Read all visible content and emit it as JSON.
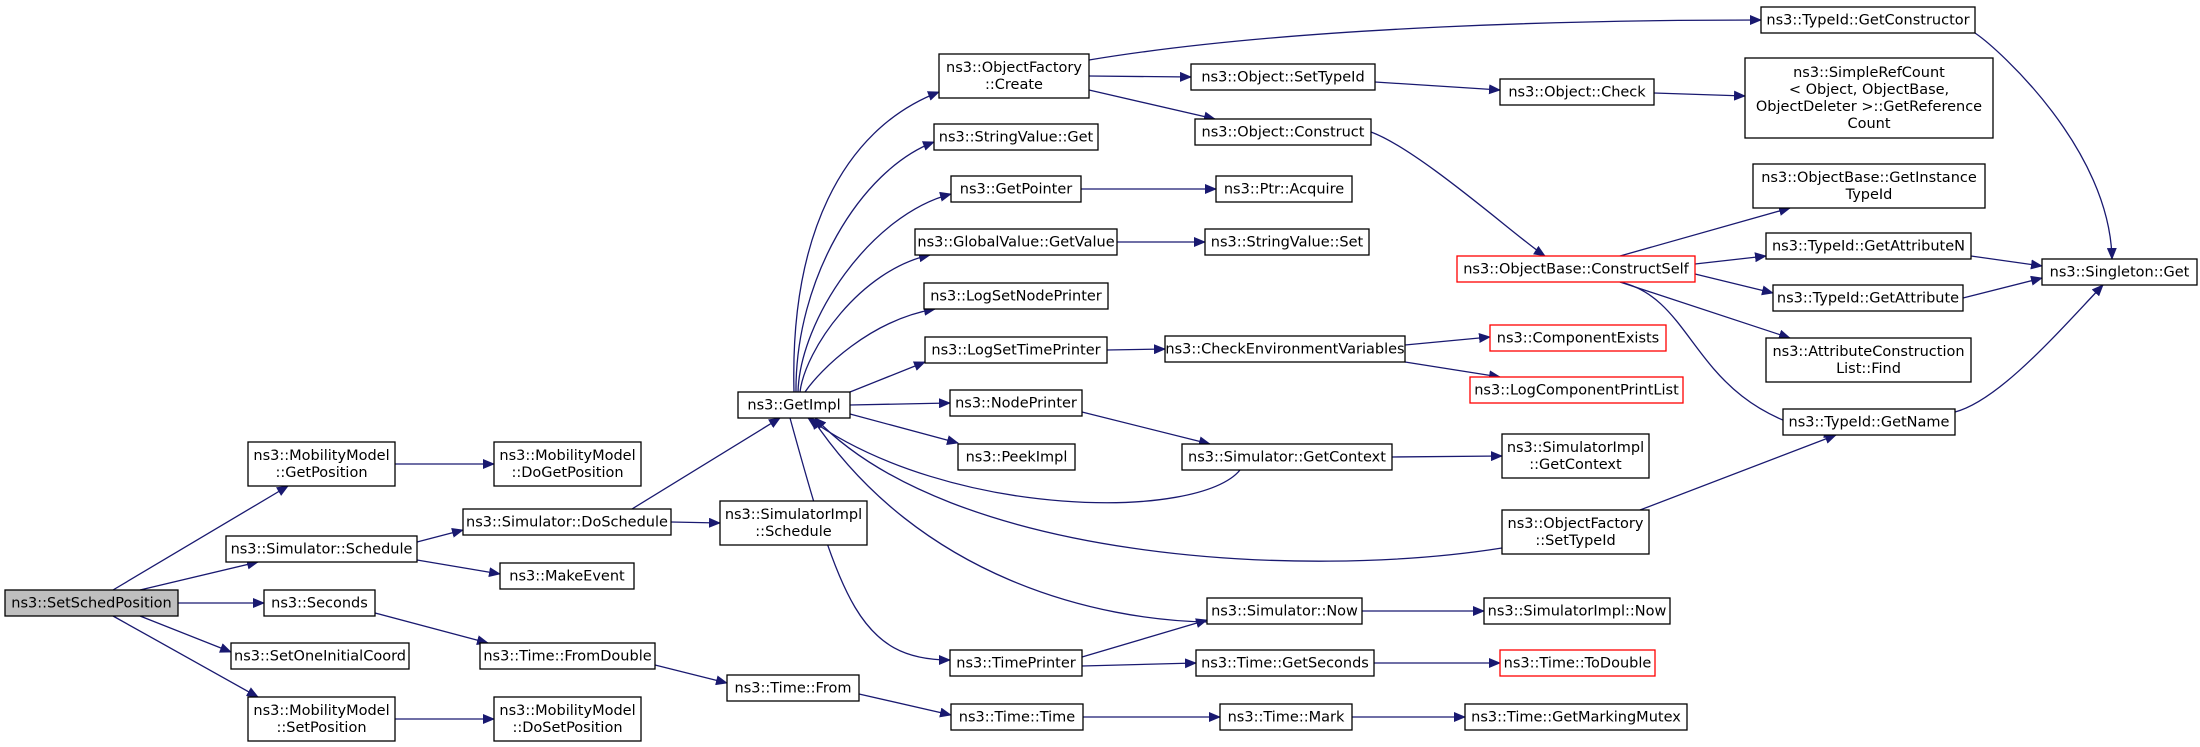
{
  "colors": {
    "edge": "#191970",
    "node_border": "#000000",
    "node_border_incomplete": "#ff0000",
    "root_fill": "#bfbfbf",
    "node_fill": "#ffffff"
  },
  "nodes": [
    {
      "id": "root",
      "lines": [
        "ns3::SetSchedPosition"
      ],
      "style": "root"
    },
    {
      "id": "mm_getpos",
      "lines": [
        "ns3::MobilityModel",
        "::GetPosition"
      ],
      "style": "normal"
    },
    {
      "id": "mm_dogetpos",
      "lines": [
        "ns3::MobilityModel",
        "::DoGetPosition"
      ],
      "style": "normal"
    },
    {
      "id": "sim_schedule",
      "lines": [
        "ns3::Simulator::Schedule"
      ],
      "style": "normal"
    },
    {
      "id": "sim_doschedule",
      "lines": [
        "ns3::Simulator::DoSchedule"
      ],
      "style": "normal"
    },
    {
      "id": "simimpl_schedule",
      "lines": [
        "ns3::SimulatorImpl",
        "::Schedule"
      ],
      "style": "normal"
    },
    {
      "id": "makeevent",
      "lines": [
        "ns3::MakeEvent"
      ],
      "style": "normal"
    },
    {
      "id": "seconds",
      "lines": [
        "ns3::Seconds"
      ],
      "style": "normal"
    },
    {
      "id": "setone",
      "lines": [
        "ns3::SetOneInitialCoord"
      ],
      "style": "normal"
    },
    {
      "id": "mm_setpos",
      "lines": [
        "ns3::MobilityModel",
        "::SetPosition"
      ],
      "style": "normal"
    },
    {
      "id": "mm_dosetpos",
      "lines": [
        "ns3::MobilityModel",
        "::DoSetPosition"
      ],
      "style": "normal"
    },
    {
      "id": "time_fromdouble",
      "lines": [
        "ns3::Time::FromDouble"
      ],
      "style": "normal"
    },
    {
      "id": "time_from",
      "lines": [
        "ns3::Time::From"
      ],
      "style": "normal"
    },
    {
      "id": "time_time",
      "lines": [
        "ns3::Time::Time"
      ],
      "style": "normal"
    },
    {
      "id": "time_mark",
      "lines": [
        "ns3::Time::Mark"
      ],
      "style": "normal"
    },
    {
      "id": "time_getmarkingmutex",
      "lines": [
        "ns3::Time::GetMarkingMutex"
      ],
      "style": "normal"
    },
    {
      "id": "getimpl",
      "lines": [
        "ns3::GetImpl"
      ],
      "style": "normal"
    },
    {
      "id": "of_create",
      "lines": [
        "ns3::ObjectFactory",
        "::Create"
      ],
      "style": "normal"
    },
    {
      "id": "stringvalue_get",
      "lines": [
        "ns3::StringValue::Get"
      ],
      "style": "normal"
    },
    {
      "id": "getpointer",
      "lines": [
        "ns3::GetPointer"
      ],
      "style": "normal"
    },
    {
      "id": "globalvalue_getvalue",
      "lines": [
        "ns3::GlobalValue::GetValue"
      ],
      "style": "normal"
    },
    {
      "id": "logsetnodeprinter",
      "lines": [
        "ns3::LogSetNodePrinter"
      ],
      "style": "normal"
    },
    {
      "id": "logsettimeprinter",
      "lines": [
        "ns3::LogSetTimePrinter"
      ],
      "style": "normal"
    },
    {
      "id": "nodeprinter",
      "lines": [
        "ns3::NodePrinter"
      ],
      "style": "normal"
    },
    {
      "id": "peekimpl",
      "lines": [
        "ns3::PeekImpl"
      ],
      "style": "normal"
    },
    {
      "id": "timeprinter",
      "lines": [
        "ns3::TimePrinter"
      ],
      "style": "normal"
    },
    {
      "id": "typeid_getconstructor",
      "lines": [
        "ns3::TypeId::GetConstructor"
      ],
      "style": "normal"
    },
    {
      "id": "object_settypeid",
      "lines": [
        "ns3::Object::SetTypeId"
      ],
      "style": "normal"
    },
    {
      "id": "object_construct",
      "lines": [
        "ns3::Object::Construct"
      ],
      "style": "normal"
    },
    {
      "id": "object_check",
      "lines": [
        "ns3::Object::Check"
      ],
      "style": "normal"
    },
    {
      "id": "simplerefcount",
      "lines": [
        "ns3::SimpleRefCount",
        "< Object, ObjectBase,",
        "ObjectDeleter >::GetReference",
        "Count"
      ],
      "style": "normal"
    },
    {
      "id": "ptr_acquire",
      "lines": [
        "ns3::Ptr::Acquire"
      ],
      "style": "normal"
    },
    {
      "id": "stringvalue_set",
      "lines": [
        "ns3::StringValue::Set"
      ],
      "style": "normal"
    },
    {
      "id": "checkenv",
      "lines": [
        "ns3::CheckEnvironmentVariables"
      ],
      "style": "normal"
    },
    {
      "id": "sim_getcontext",
      "lines": [
        "ns3::Simulator::GetContext"
      ],
      "style": "normal"
    },
    {
      "id": "simimpl_getcontext",
      "lines": [
        "ns3::SimulatorImpl",
        "::GetContext"
      ],
      "style": "normal"
    },
    {
      "id": "of_settypeid",
      "lines": [
        "ns3::ObjectFactory",
        "::SetTypeId"
      ],
      "style": "normal"
    },
    {
      "id": "sim_now",
      "lines": [
        "ns3::Simulator::Now"
      ],
      "style": "normal"
    },
    {
      "id": "simimpl_now",
      "lines": [
        "ns3::SimulatorImpl::Now"
      ],
      "style": "normal"
    },
    {
      "id": "time_getseconds",
      "lines": [
        "ns3::Time::GetSeconds"
      ],
      "style": "normal"
    },
    {
      "id": "time_todouble",
      "lines": [
        "ns3::Time::ToDouble"
      ],
      "style": "incomplete"
    },
    {
      "id": "objectbase_constructself",
      "lines": [
        "ns3::ObjectBase::ConstructSelf"
      ],
      "style": "incomplete"
    },
    {
      "id": "componentexists",
      "lines": [
        "ns3::ComponentExists"
      ],
      "style": "incomplete"
    },
    {
      "id": "logcomponentprintlist",
      "lines": [
        "ns3::LogComponentPrintList"
      ],
      "style": "incomplete"
    },
    {
      "id": "objectbase_getinstancetypeid",
      "lines": [
        "ns3::ObjectBase::GetInstance",
        "TypeId"
      ],
      "style": "normal"
    },
    {
      "id": "typeid_getattributen",
      "lines": [
        "ns3::TypeId::GetAttributeN"
      ],
      "style": "normal"
    },
    {
      "id": "typeid_getattribute",
      "lines": [
        "ns3::TypeId::GetAttribute"
      ],
      "style": "normal"
    },
    {
      "id": "attributeconstructionlist_find",
      "lines": [
        "ns3::AttributeConstruction",
        "List::Find"
      ],
      "style": "normal"
    },
    {
      "id": "typeid_getname",
      "lines": [
        "ns3::TypeId::GetName"
      ],
      "style": "normal"
    },
    {
      "id": "singleton_get",
      "lines": [
        "ns3::Singleton::Get"
      ],
      "style": "normal"
    }
  ],
  "edges": [
    [
      "root",
      "mm_getpos"
    ],
    [
      "root",
      "sim_schedule"
    ],
    [
      "root",
      "seconds"
    ],
    [
      "root",
      "setone"
    ],
    [
      "root",
      "mm_setpos"
    ],
    [
      "mm_getpos",
      "mm_dogetpos"
    ],
    [
      "mm_setpos",
      "mm_dosetpos"
    ],
    [
      "sim_schedule",
      "sim_doschedule"
    ],
    [
      "sim_schedule",
      "makeevent"
    ],
    [
      "sim_doschedule",
      "getimpl"
    ],
    [
      "sim_doschedule",
      "simimpl_schedule"
    ],
    [
      "seconds",
      "time_fromdouble"
    ],
    [
      "time_fromdouble",
      "time_from"
    ],
    [
      "time_from",
      "time_time"
    ],
    [
      "time_time",
      "time_mark"
    ],
    [
      "time_mark",
      "time_getmarkingmutex"
    ],
    [
      "getimpl",
      "of_create"
    ],
    [
      "getimpl",
      "stringvalue_get"
    ],
    [
      "getimpl",
      "getpointer"
    ],
    [
      "getimpl",
      "globalvalue_getvalue"
    ],
    [
      "getimpl",
      "logsetnodeprinter"
    ],
    [
      "getimpl",
      "logsettimeprinter"
    ],
    [
      "getimpl",
      "nodeprinter"
    ],
    [
      "getimpl",
      "peekimpl"
    ],
    [
      "getimpl",
      "timeprinter"
    ],
    [
      "sim_getcontext",
      "getimpl"
    ],
    [
      "of_settypeid",
      "getimpl"
    ],
    [
      "sim_now",
      "getimpl"
    ],
    [
      "of_create",
      "typeid_getconstructor"
    ],
    [
      "of_create",
      "object_settypeid"
    ],
    [
      "of_create",
      "object_construct"
    ],
    [
      "object_settypeid",
      "object_check"
    ],
    [
      "object_check",
      "simplerefcount"
    ],
    [
      "object_construct",
      "objectbase_constructself"
    ],
    [
      "getpointer",
      "ptr_acquire"
    ],
    [
      "globalvalue_getvalue",
      "stringvalue_set"
    ],
    [
      "logsettimeprinter",
      "checkenv"
    ],
    [
      "checkenv",
      "componentexists"
    ],
    [
      "checkenv",
      "logcomponentprintlist"
    ],
    [
      "nodeprinter",
      "sim_getcontext"
    ],
    [
      "sim_getcontext",
      "simimpl_getcontext"
    ],
    [
      "timeprinter",
      "sim_now"
    ],
    [
      "timeprinter",
      "time_getseconds"
    ],
    [
      "sim_now",
      "simimpl_now"
    ],
    [
      "time_getseconds",
      "time_todouble"
    ],
    [
      "objectbase_constructself",
      "objectbase_getinstancetypeid"
    ],
    [
      "objectbase_constructself",
      "typeid_getattributen"
    ],
    [
      "objectbase_constructself",
      "typeid_getattribute"
    ],
    [
      "objectbase_constructself",
      "attributeconstructionlist_find"
    ],
    [
      "objectbase_constructself",
      "typeid_getname"
    ],
    [
      "typeid_getattributen",
      "singleton_get"
    ],
    [
      "typeid_getattribute",
      "singleton_get"
    ],
    [
      "typeid_getname",
      "singleton_get"
    ],
    [
      "typeid_getconstructor",
      "singleton_get"
    ],
    [
      "of_settypeid",
      "typeid_getname"
    ]
  ]
}
